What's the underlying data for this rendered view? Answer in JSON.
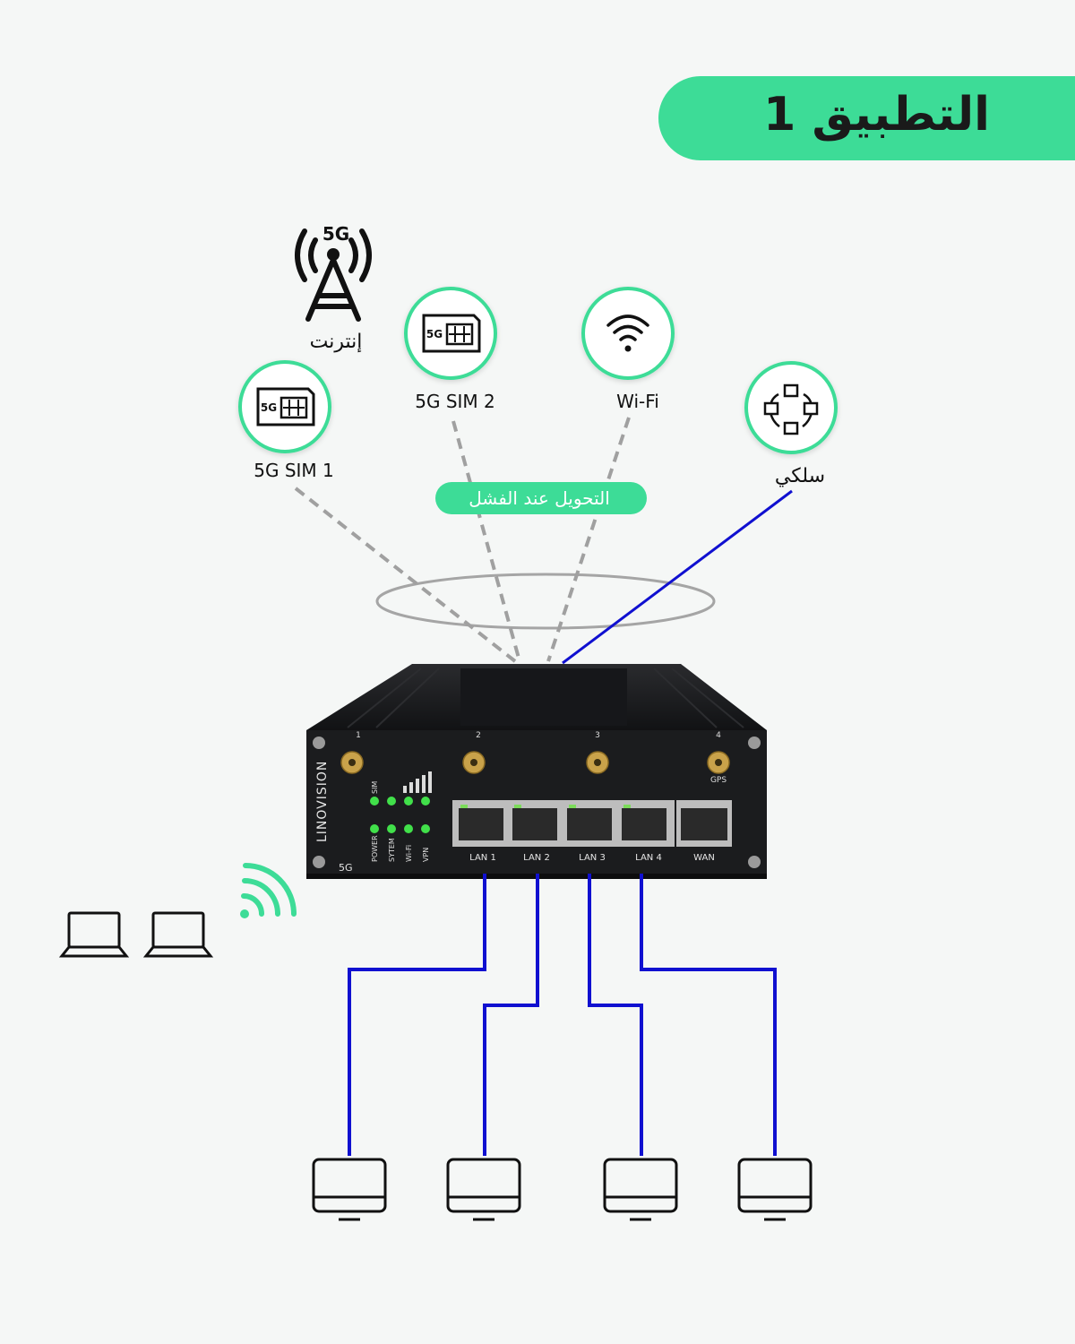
{
  "title": "التطبيق 1",
  "tower": {
    "badge": "5G",
    "label": "إنترنت"
  },
  "sources": [
    {
      "id": "sim1",
      "label": "5G SIM 1",
      "chip": "5G"
    },
    {
      "id": "sim2",
      "label": "5G SIM 2",
      "chip": "5G"
    },
    {
      "id": "wifi",
      "label": "Wi-Fi"
    },
    {
      "id": "wired",
      "label": "سلكي"
    }
  ],
  "failover_label": "التحويل عند الفشل",
  "router": {
    "brand": "LINOVISION",
    "model_badge": "5G",
    "antenna_numbers": [
      "1",
      "2",
      "3",
      "4"
    ],
    "gps_label": "GPS",
    "led_top_labels": [
      "SIM"
    ],
    "led_bottom_labels": [
      "POWER",
      "SYTEM",
      "Wi-Fi",
      "VPN"
    ],
    "ports": [
      "LAN 1",
      "LAN 2",
      "LAN 3",
      "LAN 4",
      "WAN"
    ]
  },
  "colors": {
    "accent": "#3ddc97",
    "wired_line": "#1010d0",
    "dashed_line": "#a0a0a0",
    "router_body": "#1b1c1e"
  }
}
